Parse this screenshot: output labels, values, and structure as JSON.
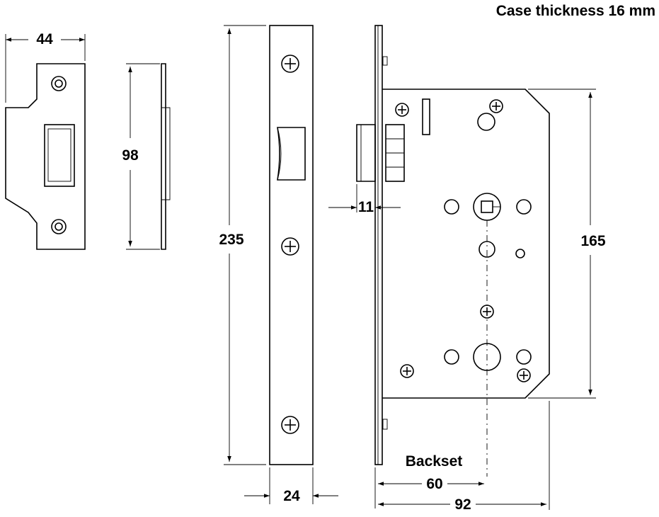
{
  "title": "Case thickness 16 mm",
  "dimensions": {
    "strike_width": "44",
    "strike_height": "98",
    "forend_length": "235",
    "forend_width": "24",
    "latch_projection": "11",
    "case_height": "165",
    "backset_label": "Backset",
    "backset": "60",
    "overall_depth": "92"
  }
}
